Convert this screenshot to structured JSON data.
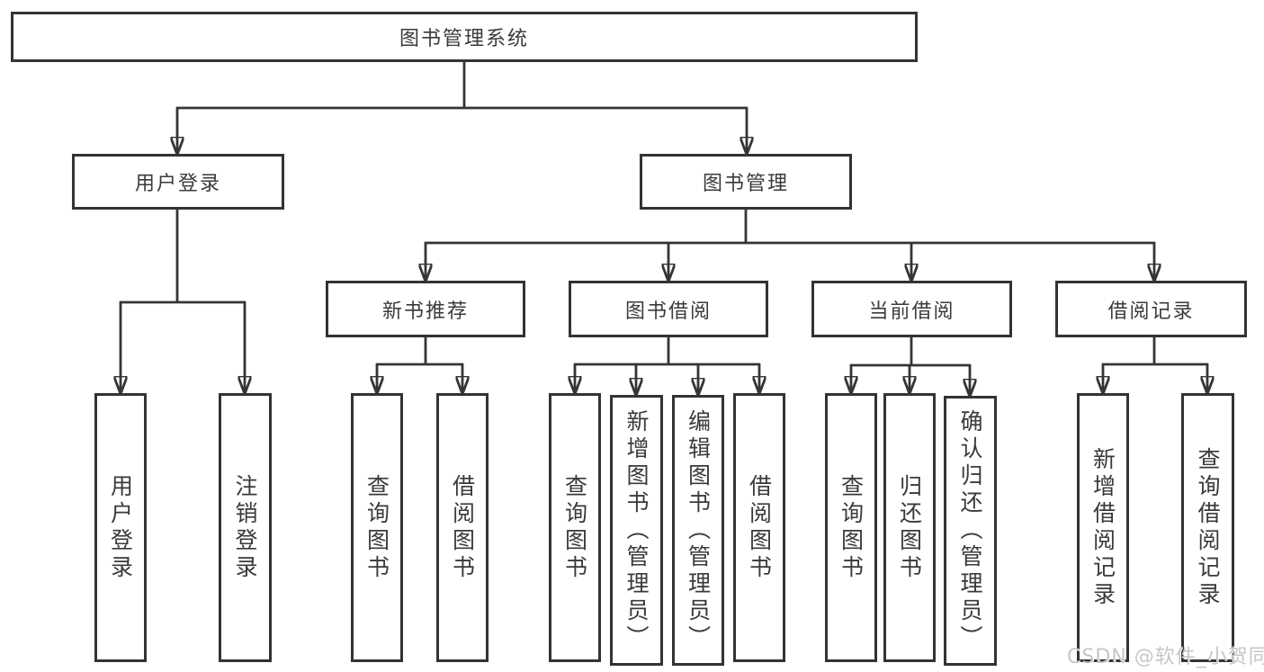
{
  "colors": {
    "line": "#353535",
    "box_border": "#333333",
    "text": "#3a3a3a",
    "background": "#ffffff",
    "watermark": "#c3c7cb"
  },
  "diagram": {
    "root": {
      "label": "图书管理系统"
    },
    "level2": {
      "user_login": {
        "label": "用户登录"
      },
      "book_mgmt": {
        "label": "图书管理"
      }
    },
    "level3": {
      "new_book_rec": {
        "label": "新书推荐"
      },
      "book_borrow": {
        "label": "图书借阅"
      },
      "current_borrow": {
        "label": "当前借阅"
      },
      "borrow_record": {
        "label": "借阅记录"
      }
    },
    "leaves": {
      "user_login_1": {
        "label": "用户登录"
      },
      "user_login_2": {
        "label": "注销登录"
      },
      "new_book_1": {
        "label": "查询图书"
      },
      "new_book_2": {
        "label": "借阅图书"
      },
      "book_borrow_1": {
        "label": "查询图书"
      },
      "book_borrow_2": {
        "label": "新增图书（管理员）"
      },
      "book_borrow_3": {
        "label": "编辑图书（管理员）"
      },
      "book_borrow_4": {
        "label": "借阅图书"
      },
      "current_borrow_1": {
        "label": "查询图书"
      },
      "current_borrow_2": {
        "label": "归还图书"
      },
      "current_borrow_3": {
        "label": "确认归还（管理员）"
      },
      "borrow_record_1": {
        "label": "新增借阅记录"
      },
      "borrow_record_2": {
        "label": "查询借阅记录"
      }
    }
  },
  "watermark": {
    "text": "CSDN @软件_小贺同学"
  }
}
